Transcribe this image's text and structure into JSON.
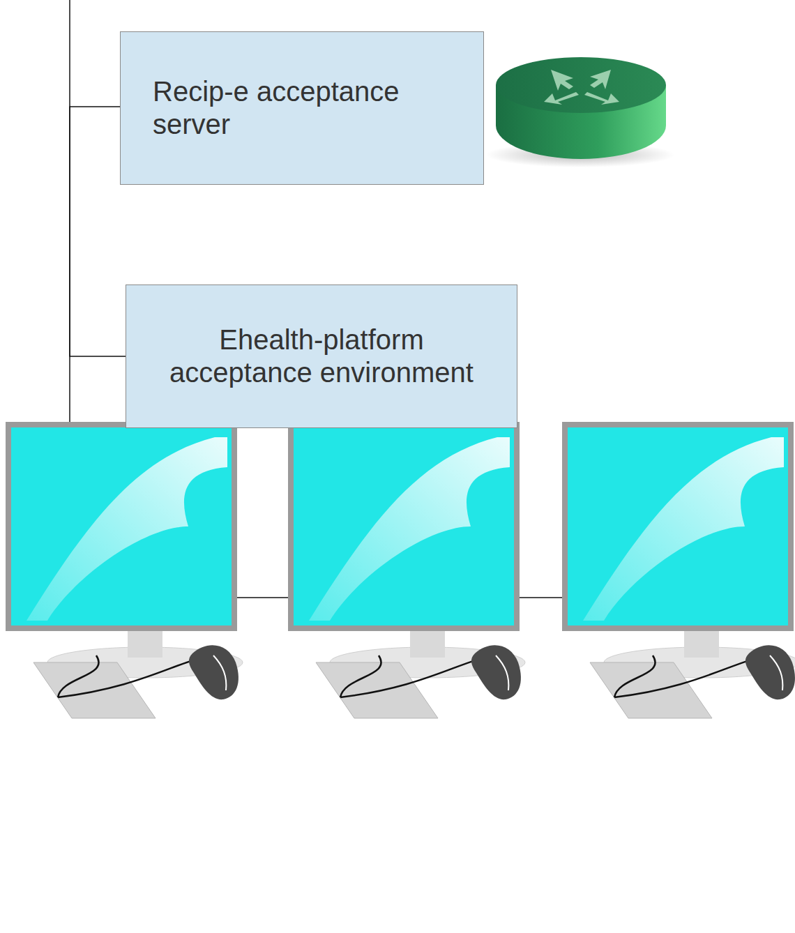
{
  "diagram": {
    "nodes": [
      {
        "text": [
          "Recip-e acceptance server"
        ]
      },
      {
        "text": [
          "Ehealth-platform acceptance environment"
        ]
      }
    ],
    "edges": [
      {
        "from": 0,
        "to": 1,
        "arrow": "none"
      }
    ]
  }
}
